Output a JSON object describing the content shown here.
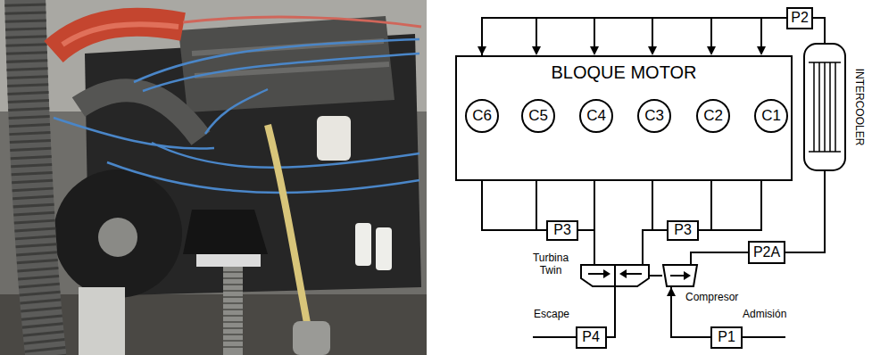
{
  "diagram": {
    "nodes": [
      {
        "text": [
          "BLOQUE MOTOR"
        ]
      },
      {
        "text": [
          "C6"
        ],
        "in": 0
      },
      {
        "text": [
          "C5"
        ],
        "in": 0
      },
      {
        "text": [
          "C4"
        ],
        "in": 0
      },
      {
        "text": [
          "C3"
        ],
        "in": 0
      },
      {
        "text": [
          "C2"
        ],
        "in": 0
      },
      {
        "text": [
          "C1"
        ],
        "in": 0
      },
      {
        "text": [
          "P2"
        ]
      },
      {
        "text": [
          "INTERCOOLER"
        ]
      },
      {
        "text": [
          "P3"
        ]
      },
      {
        "text": [
          "P3"
        ]
      },
      {
        "text": [
          "Turbina Twin"
        ]
      },
      {
        "text": [
          "Compresor"
        ]
      },
      {
        "text": [
          "P2A"
        ]
      },
      {
        "text": [
          "P4"
        ]
      },
      {
        "text": [
          "P1"
        ]
      }
    ],
    "edges": [
      {
        "from": 7,
        "to": 0,
        "arrow": "to"
      },
      {
        "from": 8,
        "to": 7,
        "arrow": "none"
      },
      {
        "from": 0,
        "to": 9,
        "arrow": "none"
      },
      {
        "from": 0,
        "to": 10,
        "arrow": "none"
      },
      {
        "from": 9,
        "to": 11,
        "arrow": "none"
      },
      {
        "from": 10,
        "to": 11,
        "arrow": "none"
      },
      {
        "from": 11,
        "to": 12,
        "arrow": "none"
      },
      {
        "from": 11,
        "to": 14,
        "arrow": "none"
      },
      {
        "from": 15,
        "to": 12,
        "arrow": "to"
      },
      {
        "from": 12,
        "to": 13,
        "arrow": "none"
      },
      {
        "from": 13,
        "to": 8,
        "arrow": "none"
      }
    ],
    "labels": [
      "Escape",
      "Admisión"
    ]
  }
}
